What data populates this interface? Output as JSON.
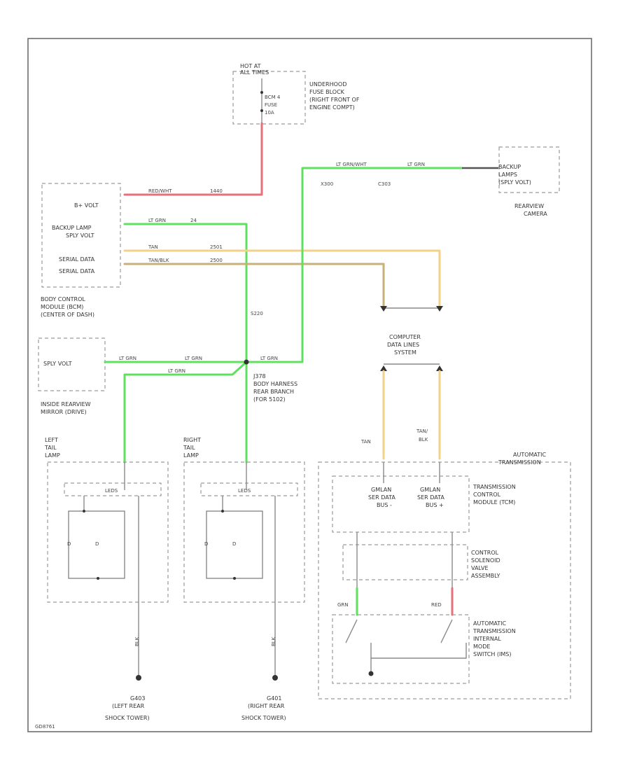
{
  "colors": {
    "red": "#e8707a",
    "green": "#5fe05f",
    "tan": "#f1d28a",
    "tanblk": "#c8b07a",
    "gray": "#8a8a8a"
  },
  "fuse": {
    "hot_label": "HOT AT",
    "hot_label2": "ALL TIMES",
    "fuse_name": "BCM 4",
    "fuse_word": "FUSE",
    "fuse_amp": "10A",
    "block_l1": "UNDERHOOD",
    "block_l2": "FUSE BLOCK",
    "block_l3": "(RIGHT FRONT OF",
    "block_l4": "ENGINE COMPT)"
  },
  "bcm": {
    "pin_bplus": "B+ VOLT",
    "pin_backup1": "BACKUP LAMP",
    "pin_backup2": "SPLY VOLT",
    "pin_serial1": "SERIAL DATA",
    "pin_serial2": "SERIAL DATA",
    "wire_bplus": "RED/WHT",
    "wire_bplus_num": "1440",
    "wire_backup": "LT GRN",
    "wire_backup_num": "24",
    "wire_tan": "TAN",
    "wire_tan_num": "2501",
    "wire_tanblk": "TAN/BLK",
    "wire_tanblk_num": "2500",
    "name_l1": "BODY CONTROL",
    "name_l2": "MODULE (BCM)",
    "name_l3": "(CENTER OF DASH)"
  },
  "camera": {
    "lamp_l1": "BACKUP",
    "lamp_l2": "LAMPS",
    "lamp_l3": "(SPLY VOLT)",
    "name_l1": "REARVIEW",
    "name_l2": "CAMERA",
    "wire_label": "LT GRN/WHT",
    "wire_label2": "LT GRN",
    "conn1": "X300",
    "conn2": "C303"
  },
  "mirror": {
    "pin": "SPLY VOLT",
    "name_l1": "INSIDE REARVIEW",
    "name_l2": "MIRROR (DRIVE)"
  },
  "splice": {
    "name": "J378",
    "l1": "BODY HARNESS",
    "l2": "REAR BRANCH",
    "l3": "(FOR 5102)",
    "wire_a": "LT GRN",
    "wire_b": "LT GRN",
    "wire_c": "LT GRN",
    "wire_d": "LT GRN",
    "num": "S220"
  },
  "data_lines": {
    "l1": "COMPUTER",
    "l2": "DATA LINES",
    "l3": "SYSTEM",
    "tan": "TAN",
    "tanblk1": "TAN/",
    "tanblk2": "BLK"
  },
  "left_lamp": {
    "name_l1": "LEFT",
    "name_l2": "TAIL",
    "name_l3": "LAMP",
    "bulb": "LEDS",
    "wire": "BLK",
    "ground": "G403",
    "ground_l1": "(LEFT REAR",
    "ground_l2": "SHOCK TOWER)"
  },
  "right_lamp": {
    "name_l1": "RIGHT",
    "name_l2": "TAIL",
    "name_l3": "LAMP",
    "bulb": "LEDS",
    "wire": "BLK",
    "ground": "G401",
    "ground_l1": "(RIGHT REAR",
    "ground_l2": "SHOCK TOWER)"
  },
  "transmission": {
    "title_l1": "AUTOMATIC",
    "title_l2": "TRANSMISSION",
    "tcm_l1": "TRANSMISSION",
    "tcm_l2": "CONTROL",
    "tcm_l3": "MODULE (TCM)",
    "bus_minus_l1": "GMLAN",
    "bus_minus_l2": "SER DATA",
    "bus_minus_l3": "BUS -",
    "bus_plus_l1": "GMLAN",
    "bus_plus_l2": "SER DATA",
    "bus_plus_l3": "BUS +",
    "solenoid_l1": "CONTROL",
    "solenoid_l2": "SOLENOID",
    "solenoid_l3": "VALVE",
    "solenoid_l4": "ASSEMBLY",
    "switch_l1": "AUTOMATIC",
    "switch_l2": "TRANSMISSION",
    "switch_l3": "INTERNAL",
    "switch_l4": "MODE",
    "switch_l5": "SWITCH (IMS)",
    "wire_grn": "GRN",
    "wire_red": "RED"
  },
  "footer": {
    "code": "GD8761"
  }
}
